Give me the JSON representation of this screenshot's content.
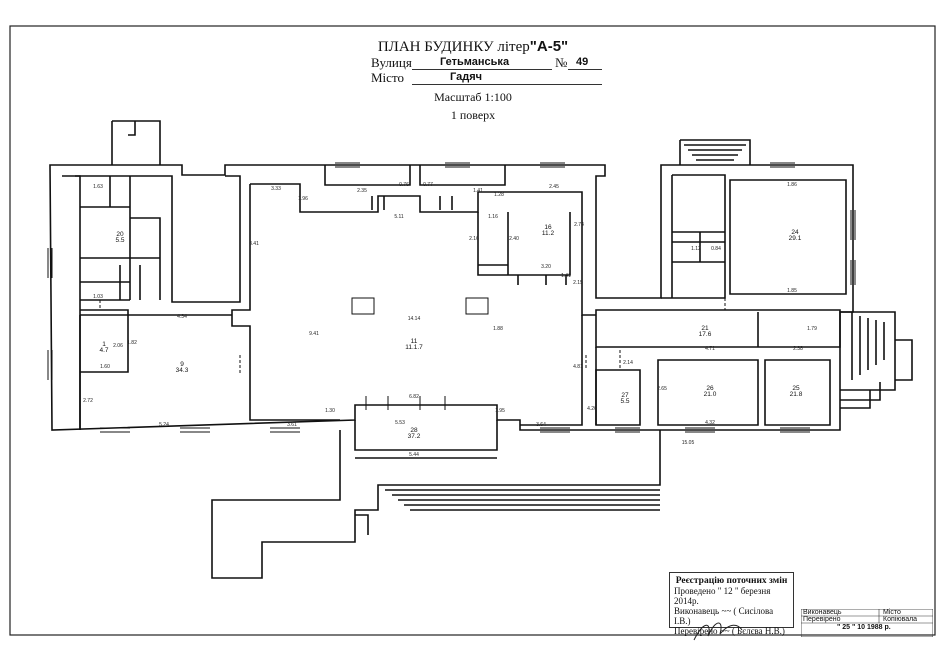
{
  "header": {
    "title_prefix": "ПЛАН БУДИНКУ літер",
    "title_letter": "\"А-5\"",
    "street_label": "Вулиця",
    "street_value": "Гетьманська",
    "number_label": "№",
    "number_value": "49",
    "city_label": "Місто",
    "city_value": "Гадяч",
    "scale": "Масштаб 1:100",
    "floor": "1 поверх"
  },
  "rooms": [
    {
      "no": "1",
      "area": "4.7"
    },
    {
      "no": "9",
      "area": "34.3"
    },
    {
      "no": "11",
      "area": "11.1.7"
    },
    {
      "no": "16",
      "area": "11.2"
    },
    {
      "no": "20",
      "area": "5.5"
    },
    {
      "no": "21",
      "area": "17.6"
    },
    {
      "no": "24",
      "area": "29.1"
    },
    {
      "no": "25",
      "area": "21.8"
    },
    {
      "no": "26",
      "area": "21.0"
    },
    {
      "no": "27",
      "area": "5.5"
    },
    {
      "no": "28",
      "area": "37.2"
    }
  ],
  "dimensions": [
    "2.35",
    "1.96",
    "0.76",
    "1.41",
    "0.77",
    "5.11",
    "1.28",
    "2.45",
    "2.74",
    "1.16",
    "2.16",
    "2.40",
    "3.33",
    "3.20",
    "1.41",
    "2.15",
    "9.41",
    "14.14",
    "3.41",
    "1.82",
    "4.34",
    "1.60",
    "2.06",
    "1.88",
    "1.30",
    "1.95",
    "6.82",
    "3.64",
    "5.53",
    "2.72",
    "5.24",
    "5.44",
    "2.14",
    "2.65",
    "4.71",
    "4.32",
    "1.86",
    "1.85",
    "1.12",
    "0.84",
    "2.38",
    "1.79",
    "15.05",
    "3.61",
    "4.81",
    "4.26",
    "1.63",
    "1.03"
  ],
  "stamp": {
    "title": "Реєстрацію поточних змін",
    "line1": "Проведено \" 12 \" березня 2014р.",
    "line2": "Виконавець",
    "line2_name": "( Сисілова І.В.)",
    "line3": "Перевірено",
    "line3_name": "( Бєлєва Н.В.)"
  },
  "sign_table": {
    "executed": "Виконавець",
    "checked": "Перевірено",
    "city": "Місто",
    "copy": "Копіювала",
    "date": "\" 25 \"   10   1988 р."
  }
}
